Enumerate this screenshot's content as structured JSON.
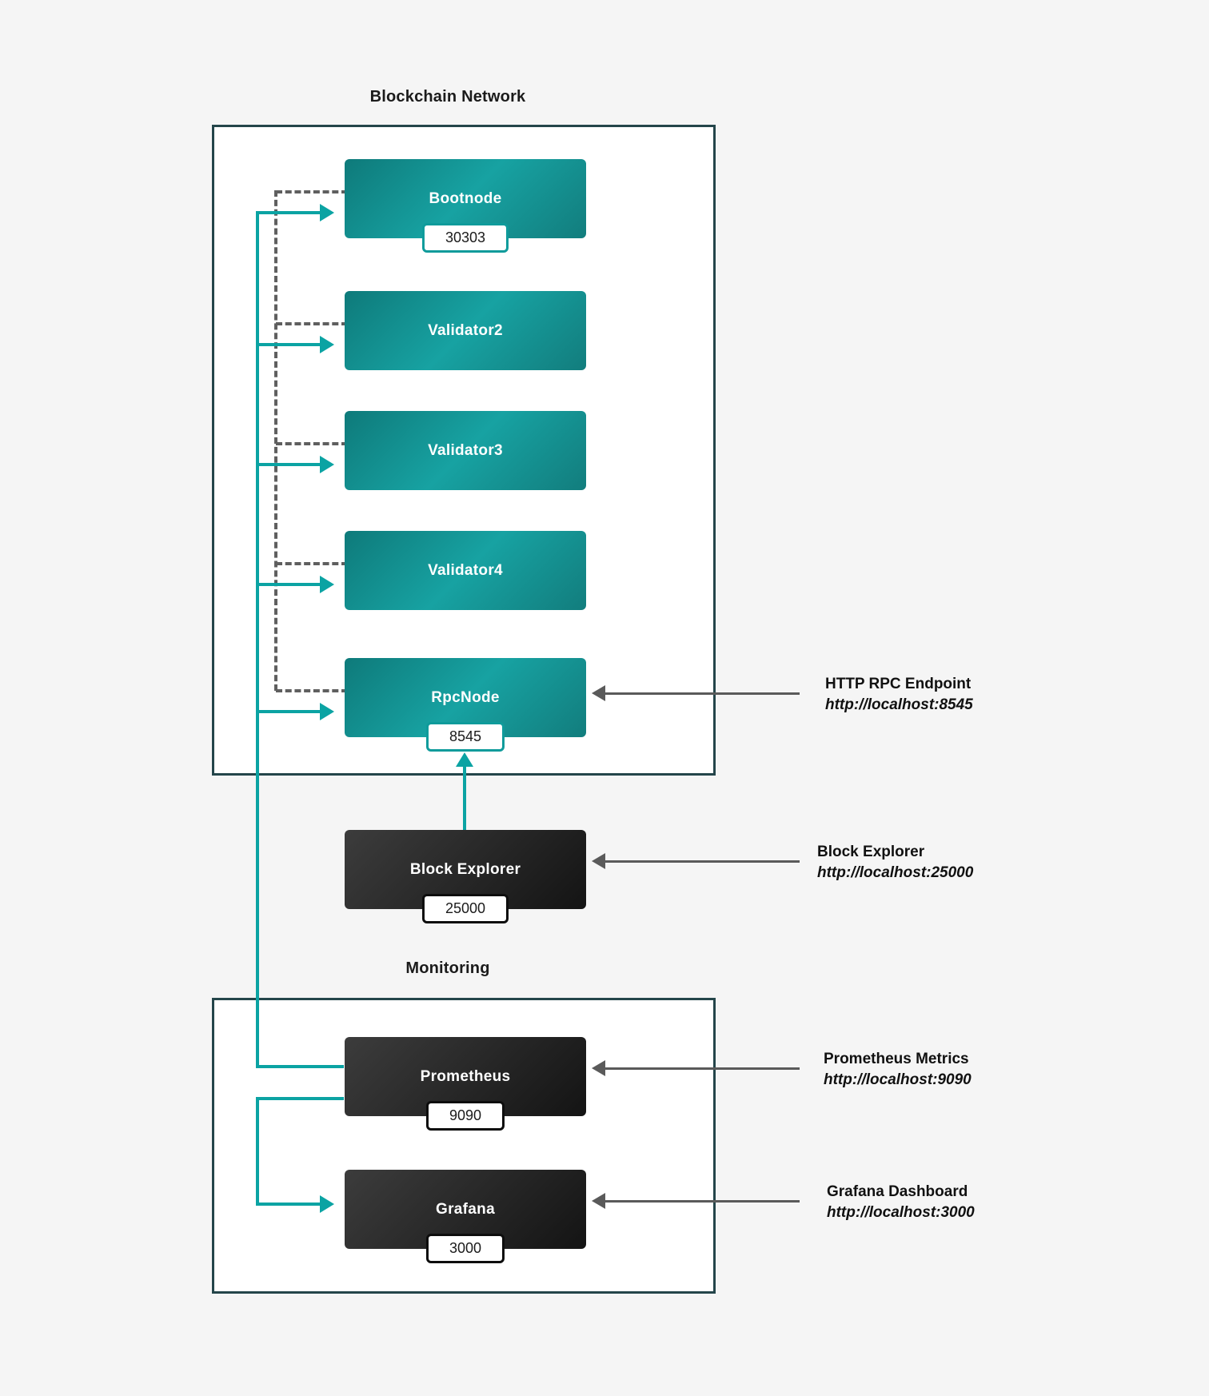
{
  "groups": [
    {
      "title": "Blockchain Network"
    },
    {
      "title": "Monitoring"
    }
  ],
  "nodes": [
    {
      "label": "Bootnode",
      "port": "30303"
    },
    {
      "label": "Validator2",
      "port": ""
    },
    {
      "label": "Validator3",
      "port": ""
    },
    {
      "label": "Validator4",
      "port": ""
    },
    {
      "label": "RpcNode",
      "port": "8545"
    },
    {
      "label": "Block Explorer",
      "port": "25000"
    },
    {
      "label": "Prometheus",
      "port": "9090"
    },
    {
      "label": "Grafana",
      "port": "3000"
    }
  ],
  "annotations": [
    {
      "title": "HTTP RPC Endpoint",
      "url": "http://localhost:8545"
    },
    {
      "title": "Block Explorer",
      "url": "http://localhost:25000"
    },
    {
      "title": "Prometheus Metrics",
      "url": "http://localhost:9090"
    },
    {
      "title": "Grafana Dashboard",
      "url": "http://localhost:3000"
    }
  ],
  "colors": {
    "background": "#f5f5f5",
    "node_teal": "#0f9b9b",
    "node_dark": "#1f1f1f",
    "group_border": "#24454a",
    "connector_teal": "#0ba3a3",
    "connector_dashed": "#5f5f5f",
    "annotation_arrow": "#5a5a5a"
  }
}
